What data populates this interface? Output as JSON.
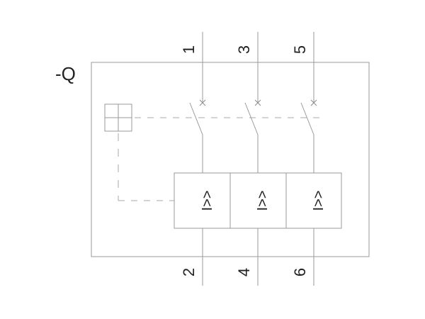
{
  "device": {
    "designation": "-Q"
  },
  "terminals": {
    "top": [
      "1",
      "3",
      "5"
    ],
    "bottom": [
      "2",
      "4",
      "6"
    ]
  },
  "trip_units": [
    {
      "symbol": "I>>"
    },
    {
      "symbol": "I>>"
    },
    {
      "symbol": "I>>"
    }
  ]
}
